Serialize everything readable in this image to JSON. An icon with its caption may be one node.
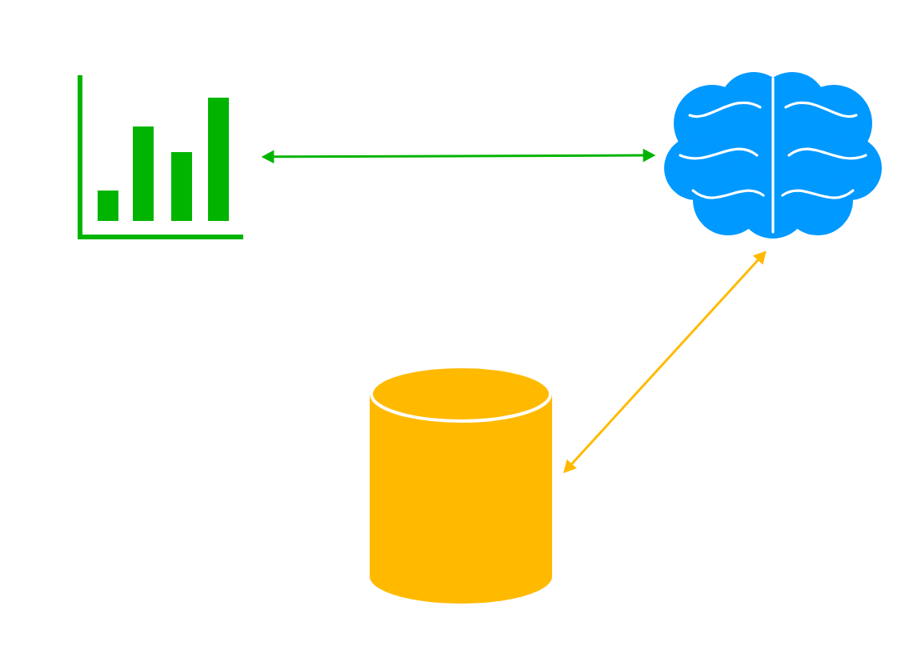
{
  "diagram": {
    "nodes": [
      {
        "text": [],
        "shape": "bar"
      },
      {
        "text": [],
        "shape": "picture"
      },
      {
        "text": [],
        "shape": "cylinder"
      }
    ],
    "edges": [
      {
        "from": 0,
        "to": 1,
        "arrow": "both",
        "color": "#00b400"
      },
      {
        "from": 2,
        "to": 1,
        "arrow": "both",
        "color": "#ffba00"
      }
    ]
  }
}
